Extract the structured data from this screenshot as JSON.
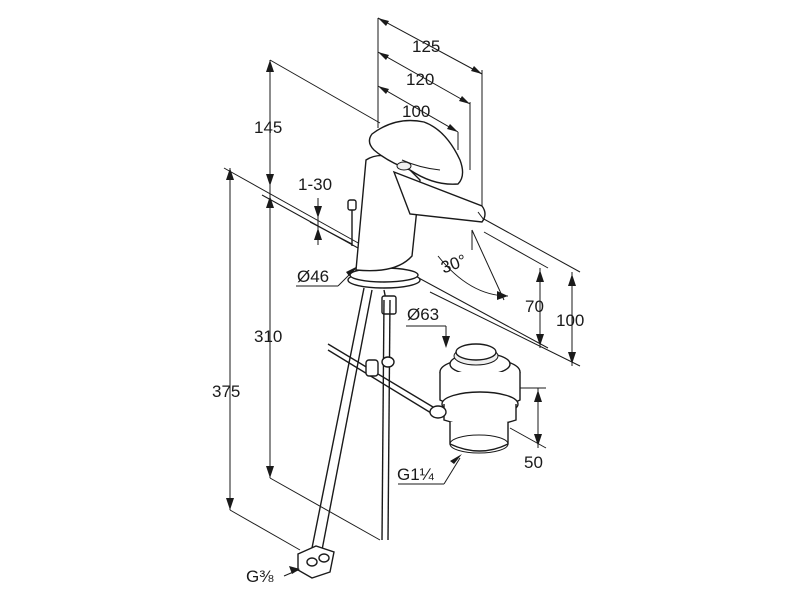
{
  "dimensions": {
    "d125": "125",
    "d120": "120",
    "d100_top": "100",
    "d145": "145",
    "d1_30": "1-30",
    "d30deg": "30°",
    "d46": "Ø46",
    "d70": "70",
    "d100_right": "100",
    "d63": "Ø63",
    "d310": "310",
    "d375": "375",
    "d50": "50",
    "g114": "G1¼",
    "g38": "G⅜"
  }
}
